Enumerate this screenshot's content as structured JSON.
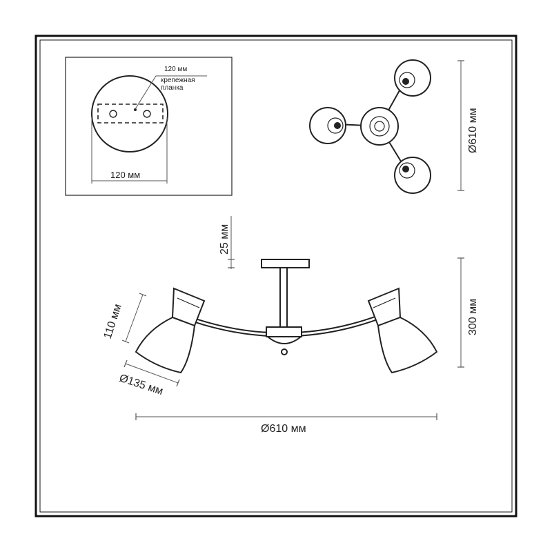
{
  "mount_plate": {
    "top_label": "120 мм",
    "plate_label_line1": "крепежная",
    "plate_label_line2": "планка",
    "width_label": "120 мм"
  },
  "top_view": {
    "diameter_label": "Ø610 мм"
  },
  "side_view": {
    "canopy_height_label": "25 мм",
    "total_height_label": "300 мм",
    "shade_height_label": "110 мм",
    "shade_diameter_label": "Ø135 мм",
    "span_label": "Ø610 мм"
  }
}
